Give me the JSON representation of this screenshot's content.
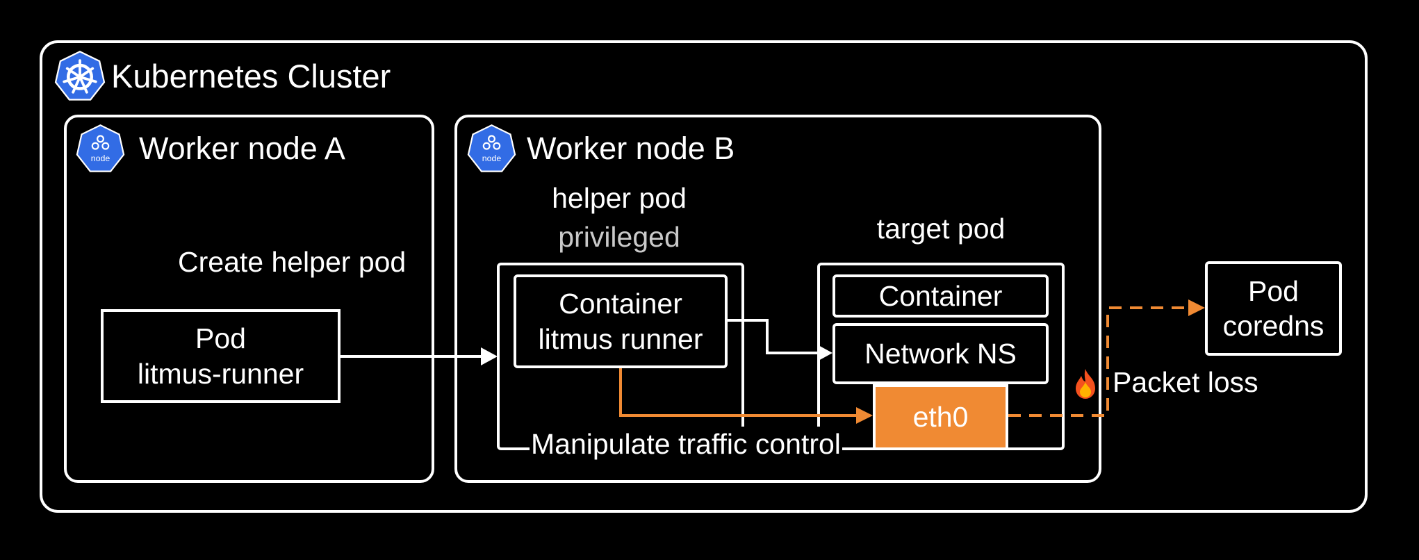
{
  "cluster": {
    "title": "Kubernetes Cluster"
  },
  "node_a": {
    "title": "Worker node A",
    "action_label": "Create helper pod",
    "pod_line1": "Pod",
    "pod_line2": "litmus-runner",
    "badge_text": "node"
  },
  "node_b": {
    "title": "Worker node B",
    "badge_text": "node",
    "helper_title": "helper pod",
    "helper_subtitle": "privileged",
    "helper_container_line1": "Container",
    "helper_container_line2": "litmus runner",
    "target_title": "target pod",
    "target_container": "Container",
    "target_netns": "Network NS",
    "target_eth": "eth0",
    "tc_label": "Manipulate traffic control"
  },
  "external": {
    "pod_line1": "Pod",
    "pod_line2": "coredns",
    "loss_label": "Packet loss",
    "loss_icon": "fire-icon"
  },
  "colors": {
    "accent": "#f08a33",
    "k8s_blue": "#326ce5",
    "line": "#ffffff"
  }
}
